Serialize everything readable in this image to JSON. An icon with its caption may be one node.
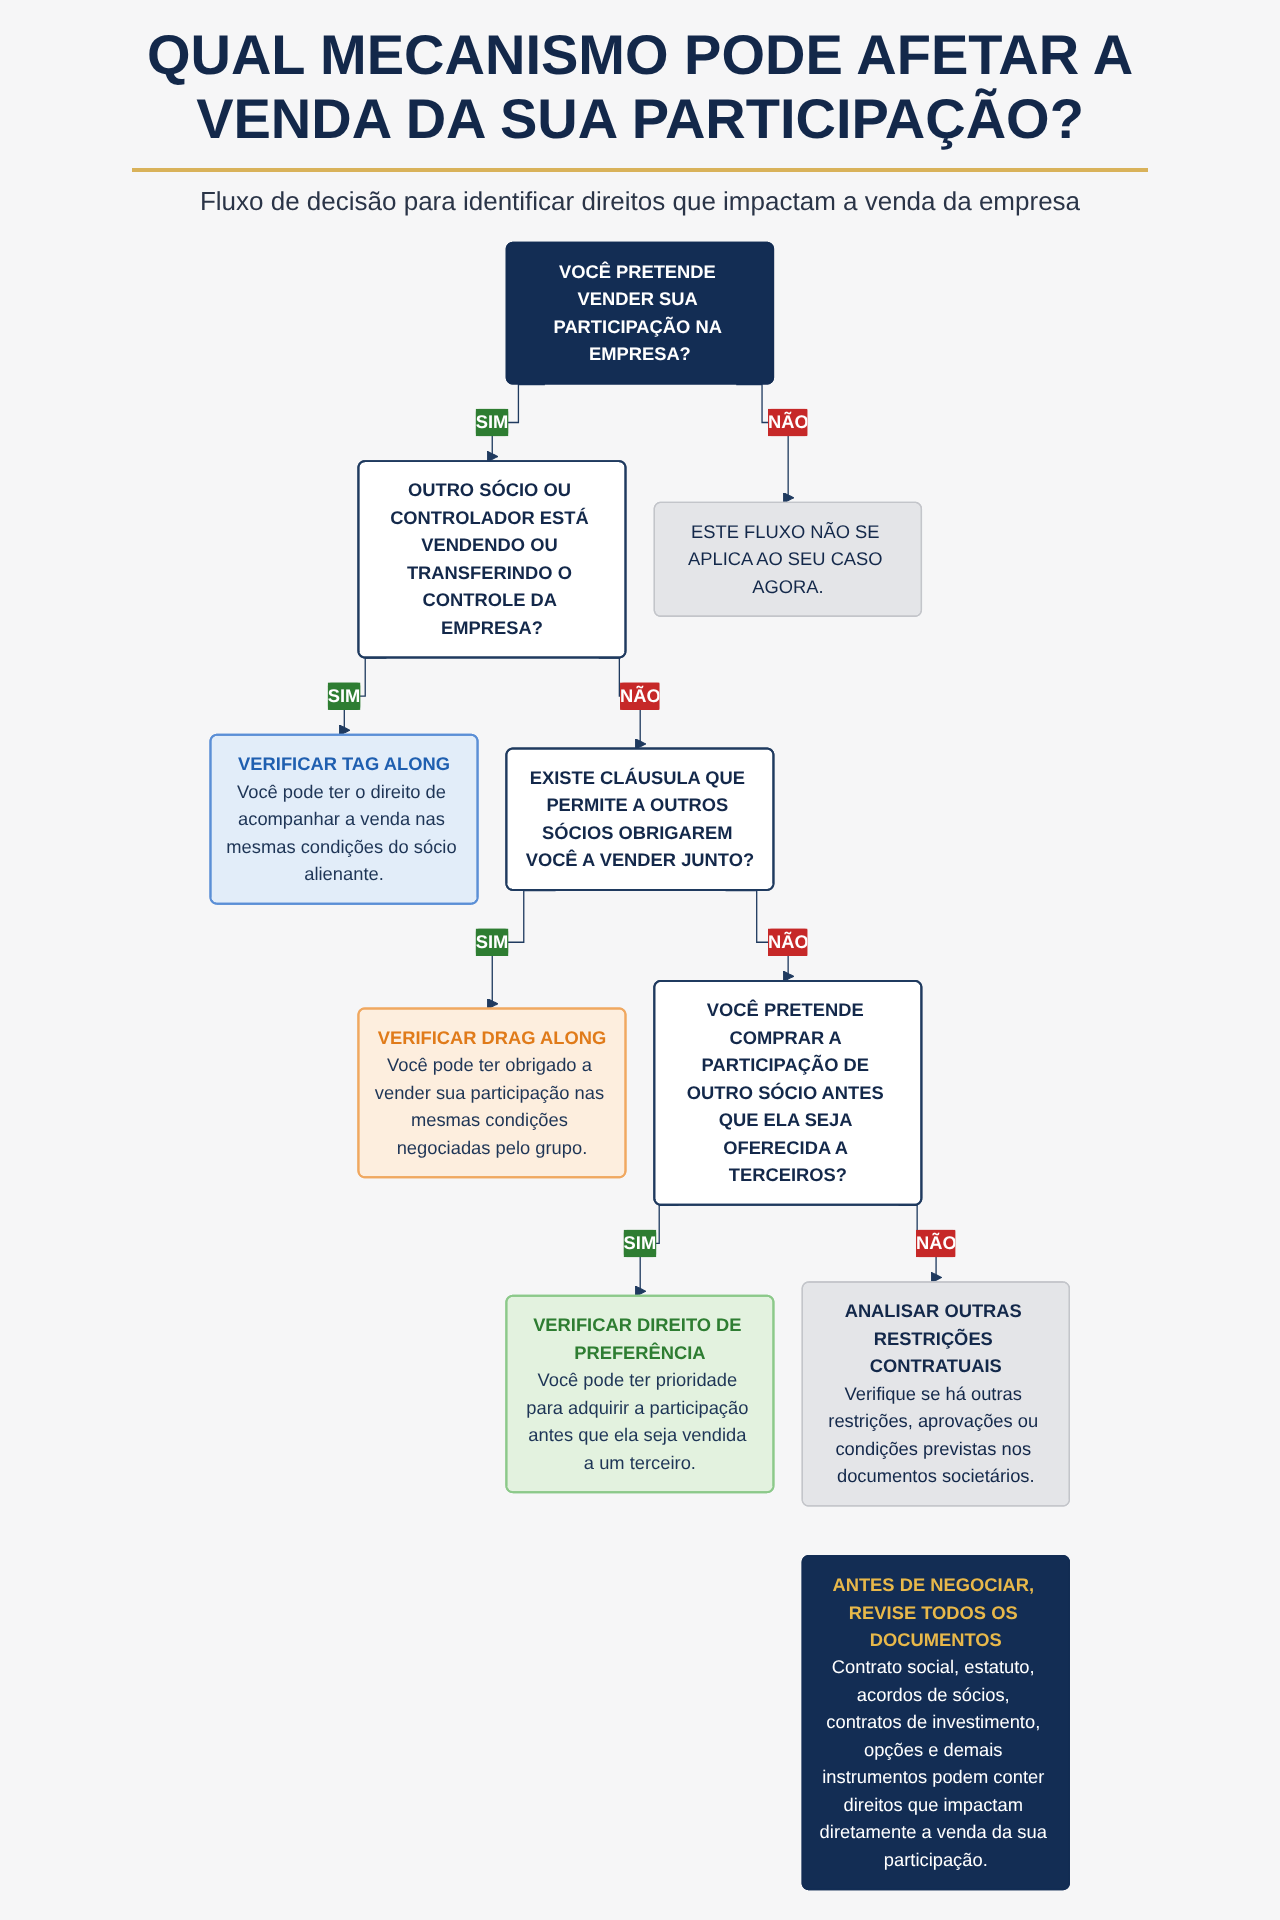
{
  "diagram": {
    "title": "QUAL MECANISMO PODE AFETAR A VENDA DA SUA PARTICIPAÇÃO?",
    "nodes": [
      {
        "text": [
          "VOCÊ PRETENDE VENDER SUA PARTICIPAÇÃO NA EMPRESA?"
        ]
      },
      {
        "text": [
          "OUTRO SÓCIO OU CONTROLADOR ESTÁ VENDENDO OU TRANSFERINDO O CONTROLE DA EMPRESA?"
        ]
      },
      {
        "text": [
          "ESTE FLUXO NÃO SE APLICA AO SEU CASO AGORA."
        ]
      },
      {
        "text": [
          "VERIFICAR TAG ALONG",
          "Você pode ter o direito de acompanhar a venda nas mesmas condições do sócio alienante."
        ]
      },
      {
        "text": [
          "EXISTE CLÁUSULA QUE PERMITE A OUTROS SÓCIOS OBRIGAREM VOCÊ A VENDER JUNTO?"
        ]
      },
      {
        "text": [
          "VERIFICAR DRAG ALONG",
          "Você pode ter obrigado a vender sua participação nas mesmas condições negociadas pelo grupo."
        ]
      },
      {
        "text": [
          "VOCÊ PRETENDE COMPRAR A PARTICIPAÇÃO DE OUTRO SÓCIO ANTES QUE ELA SEJA OFERECIDA A TERCEIROS?"
        ]
      },
      {
        "text": [
          "VERIFICAR DIREITO DE PREFERÊNCIA",
          "Você pode ter prioridade para adquirir a participação antes que ela seja vendida a um terceiro."
        ]
      },
      {
        "text": [
          "ANALISAR OUTRAS RESTRIÇÕES CONTRATUAIS",
          "Verifique se há outras restrições, aprovações ou condições previstas nos documentos societários."
        ]
      },
      {
        "text": [
          "ANTES DE NEGOCIAR, REVISE TODOS OS DOCUMENTOS",
          "Contrato social, estatuto, acordos de sócios, contratos de investimento, opções e demais instrumentos podem conter direitos que impactam diretamente a venda da sua participação."
        ]
      }
    ],
    "edges": [
      {
        "from": 0,
        "to": 1,
        "arrow": "to",
        "label": "SIM"
      },
      {
        "from": 0,
        "to": 2,
        "arrow": "to",
        "label": "NÃO"
      },
      {
        "from": 1,
        "to": 3,
        "arrow": "to",
        "label": "SIM"
      },
      {
        "from": 1,
        "to": 4,
        "arrow": "to",
        "label": "NÃO"
      },
      {
        "from": 4,
        "to": 5,
        "arrow": "to",
        "label": "SIM"
      },
      {
        "from": 4,
        "to": 6,
        "arrow": "to",
        "label": "NÃO"
      },
      {
        "from": 6,
        "to": 7,
        "arrow": "to",
        "label": "SIM"
      },
      {
        "from": 6,
        "to": 8,
        "arrow": "to",
        "label": "NÃO"
      }
    ],
    "labels": [
      "Fluxo de decisão para identificar direitos que impactam a venda da empresa"
    ]
  }
}
